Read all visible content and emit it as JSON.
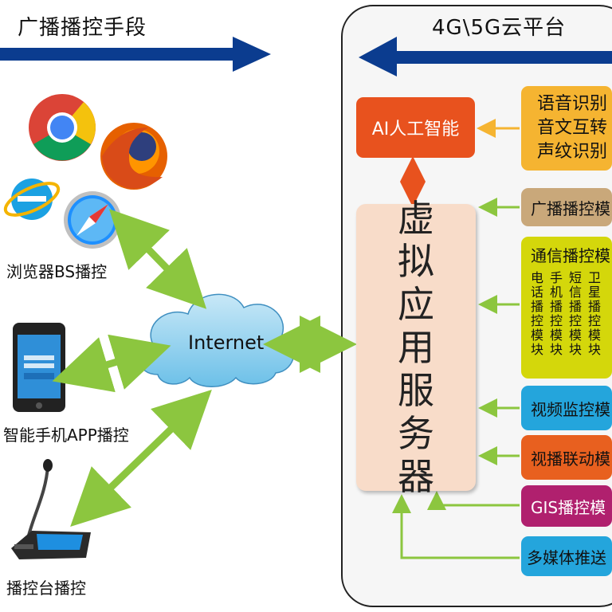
{
  "left_title": "广播播控手段",
  "cloud_title": "4G\\5G云平台",
  "clients": {
    "browser_label": "浏览器BS播控",
    "phone_label": "智能手机APP播控",
    "console_label": "播控台播控"
  },
  "internet_label": "Internet",
  "ai_label": "AI人工智能",
  "server_chars": [
    "虚",
    "拟",
    "应",
    "用",
    "服",
    "务",
    "器"
  ],
  "speech_lines": [
    "语音识别",
    "音文互转",
    "声纹识别"
  ],
  "modules": {
    "broadcast": "广播播控模",
    "communication": "通信播控模",
    "video": "视频监控模",
    "video_link": "视播联动模",
    "gis": "GIS播控模",
    "media": "多媒体推送"
  },
  "comm_subs": [
    [
      "电",
      "话",
      "播",
      "控",
      "模",
      "块"
    ],
    [
      "手",
      "机",
      "播",
      "控",
      "模",
      "块"
    ],
    [
      "短",
      "信",
      "播",
      "控",
      "模",
      "块"
    ],
    [
      "卫",
      "星",
      "播",
      "控",
      "模",
      "块"
    ]
  ],
  "colors": {
    "blue_arrow": "#0b3c8f",
    "green_arrow": "#8cc63f",
    "ai": "#e8521e",
    "speech": "#f5b431",
    "broadcast": "#c9a87a",
    "communication": "#d4d70b",
    "video": "#24a5dc",
    "video_link": "#e8601f",
    "gis": "#b0206e"
  }
}
